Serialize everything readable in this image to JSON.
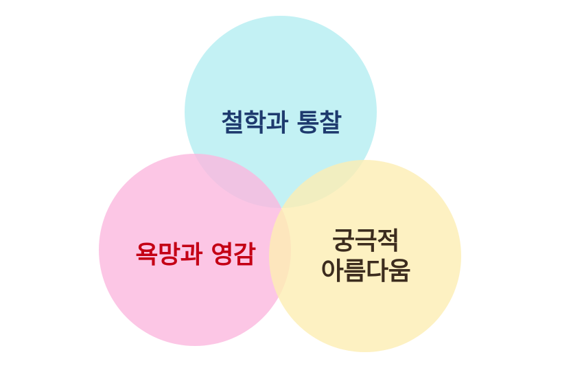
{
  "circles": {
    "top": {
      "label": "철학과 통찰",
      "fill": "#b9eef2",
      "text_color": "#1e3a6e"
    },
    "left": {
      "label": "욕망과 영감",
      "fill": "#fbb8de",
      "text_color": "#c40015"
    },
    "right": {
      "label_line1": "궁극적",
      "label_line2": "아름다움",
      "fill": "#fdedb3",
      "text_color": "#3c2c1e"
    }
  }
}
